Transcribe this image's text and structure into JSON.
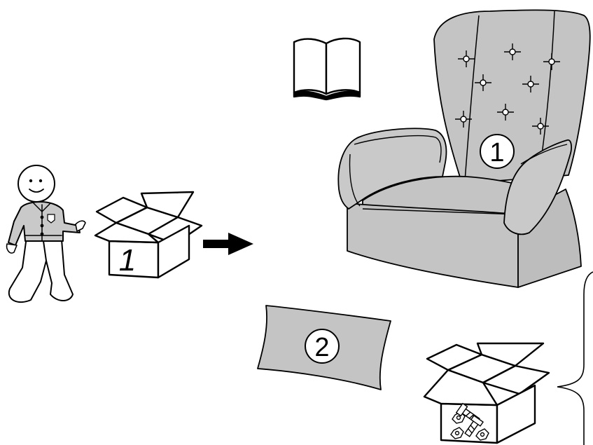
{
  "box_main_number": "1",
  "chair_number": "1",
  "pillow_number": "2"
}
